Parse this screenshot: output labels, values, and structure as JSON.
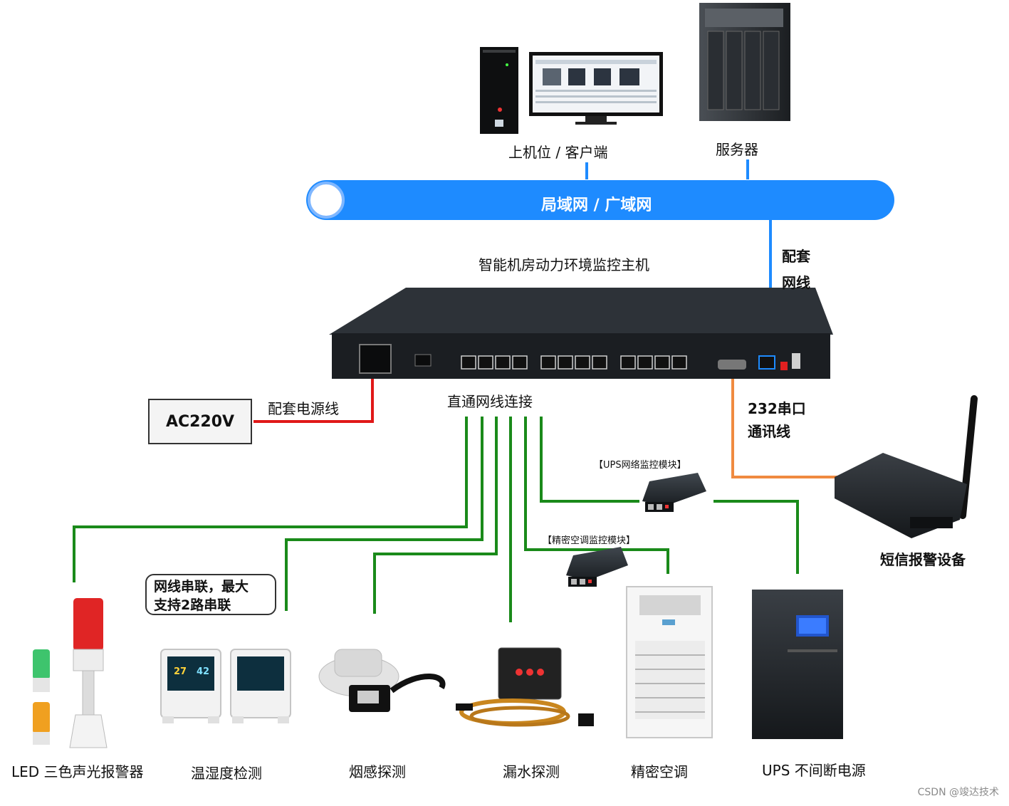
{
  "labels": {
    "client": "上机位 / 客户端",
    "server": "服务器",
    "network": "局域网 / 广域网",
    "host": "智能机房动力环境监控主机",
    "cable_a": "配套",
    "cable_b": "网线",
    "power_cable": "配套电源线",
    "ac_power": "AC220V",
    "direct_link": "直通网线连接",
    "serial_a": "232串口",
    "serial_b": "通讯线",
    "ups_module": "【UPS网络监控模块】",
    "ac_module": "【精密空调监控模块】",
    "sms_alarm": "短信报警设备",
    "note_line1": "网线串联，最大",
    "note_line2": "支持2路串联",
    "led_alarm": "LED 三色声光报警器",
    "temp_humidity": "温湿度检测",
    "smoke": "烟感探测",
    "water_leak": "漏水探测",
    "precision_ac": "精密空调",
    "ups": "UPS 不间断电源",
    "watermark": "CSDN @竣达技术",
    "sensor_reading_1": "27",
    "sensor_reading_2": "42"
  },
  "colors": {
    "network_blue": "#1e8bff",
    "network_ring": "#7fb7ff",
    "power_red": "#e01818",
    "serial_orange": "#f08a40",
    "sensor_green": "#1a8a1a",
    "device_dark": "#1e2328"
  }
}
